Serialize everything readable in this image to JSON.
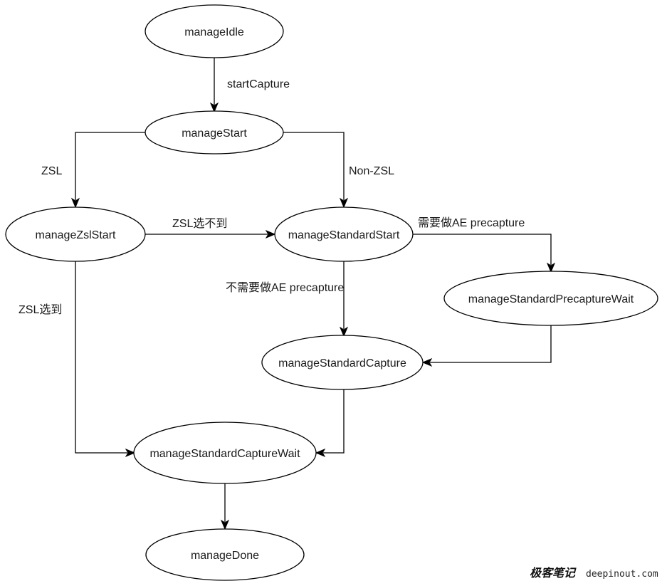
{
  "diagram": {
    "nodes": {
      "manage_idle": "manageIdle",
      "manage_start": "manageStart",
      "manage_zsl_start": "manageZslStart",
      "manage_standard_start": "manageStandardStart",
      "manage_standard_precapture_wait": "manageStandardPrecaptureWait",
      "manage_standard_capture": "manageStandardCapture",
      "manage_standard_capture_wait": "manageStandardCaptureWait",
      "manage_done": "manageDone"
    },
    "edge_labels": {
      "start_capture": "startCapture",
      "zsl": "ZSL",
      "non_zsl": "Non-ZSL",
      "zsl_not_selected": "ZSL选不到",
      "need_ae_precapture": "需要做AE precapture",
      "no_need_ae_precapture": "不需要做AE precapture",
      "zsl_selected": "ZSL选到"
    }
  },
  "watermark": {
    "brand": "极客笔记",
    "site": "deepinout.com"
  }
}
